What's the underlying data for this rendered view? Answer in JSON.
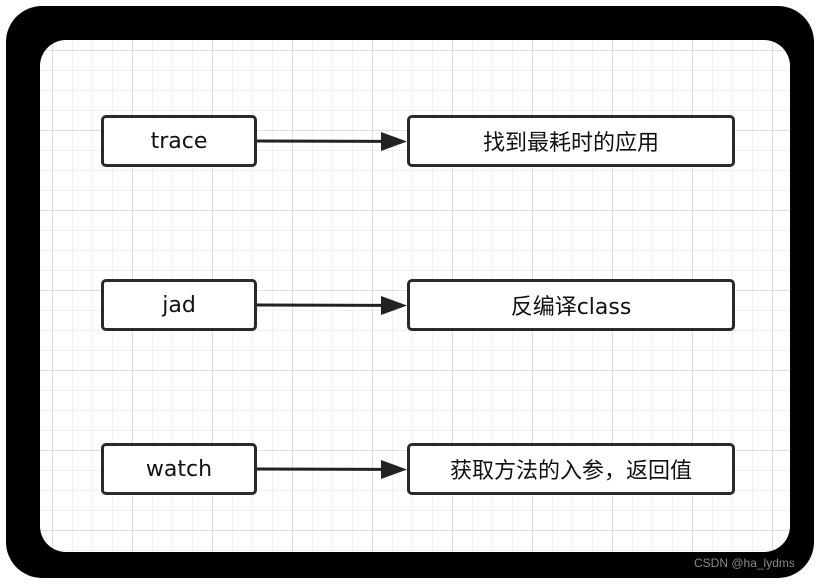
{
  "diagram": {
    "rows": [
      {
        "command": "trace",
        "description": "找到最耗时的应用"
      },
      {
        "command": "jad",
        "description": "反编译class"
      },
      {
        "command": "watch",
        "description": "获取方法的入参，返回值"
      }
    ]
  },
  "watermark": "CSDN @ha_lydms"
}
